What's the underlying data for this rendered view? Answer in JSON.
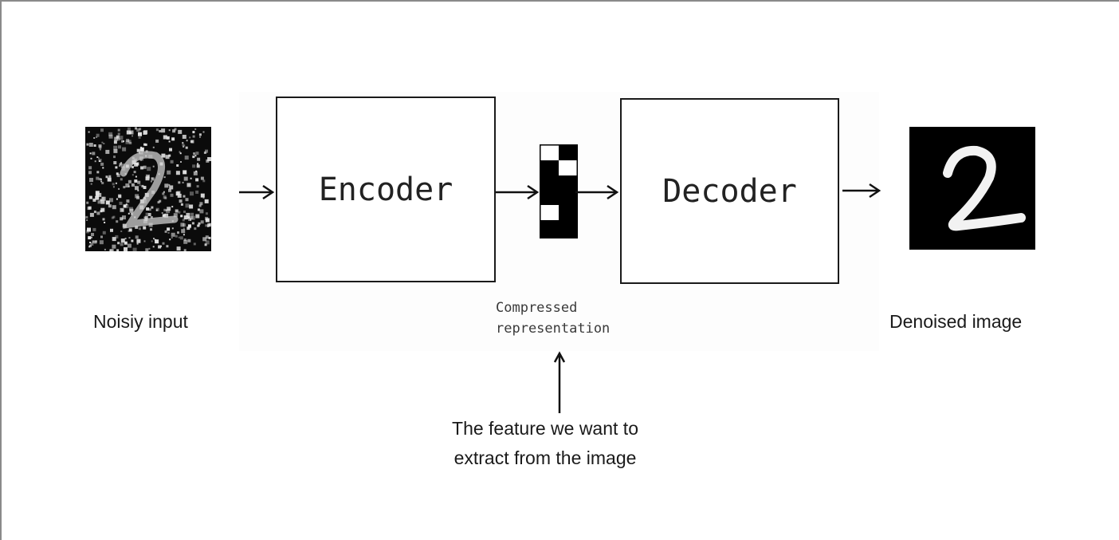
{
  "diagram": {
    "encoder_label": "Encoder",
    "decoder_label": "Decoder",
    "input_caption": "Noisiy input",
    "output_caption": "Denoised image",
    "bottleneck_caption_line1": "Compressed",
    "bottleneck_caption_line2": "representation",
    "feature_note_line1": "The feature we want to",
    "feature_note_line2": "extract from the image"
  }
}
